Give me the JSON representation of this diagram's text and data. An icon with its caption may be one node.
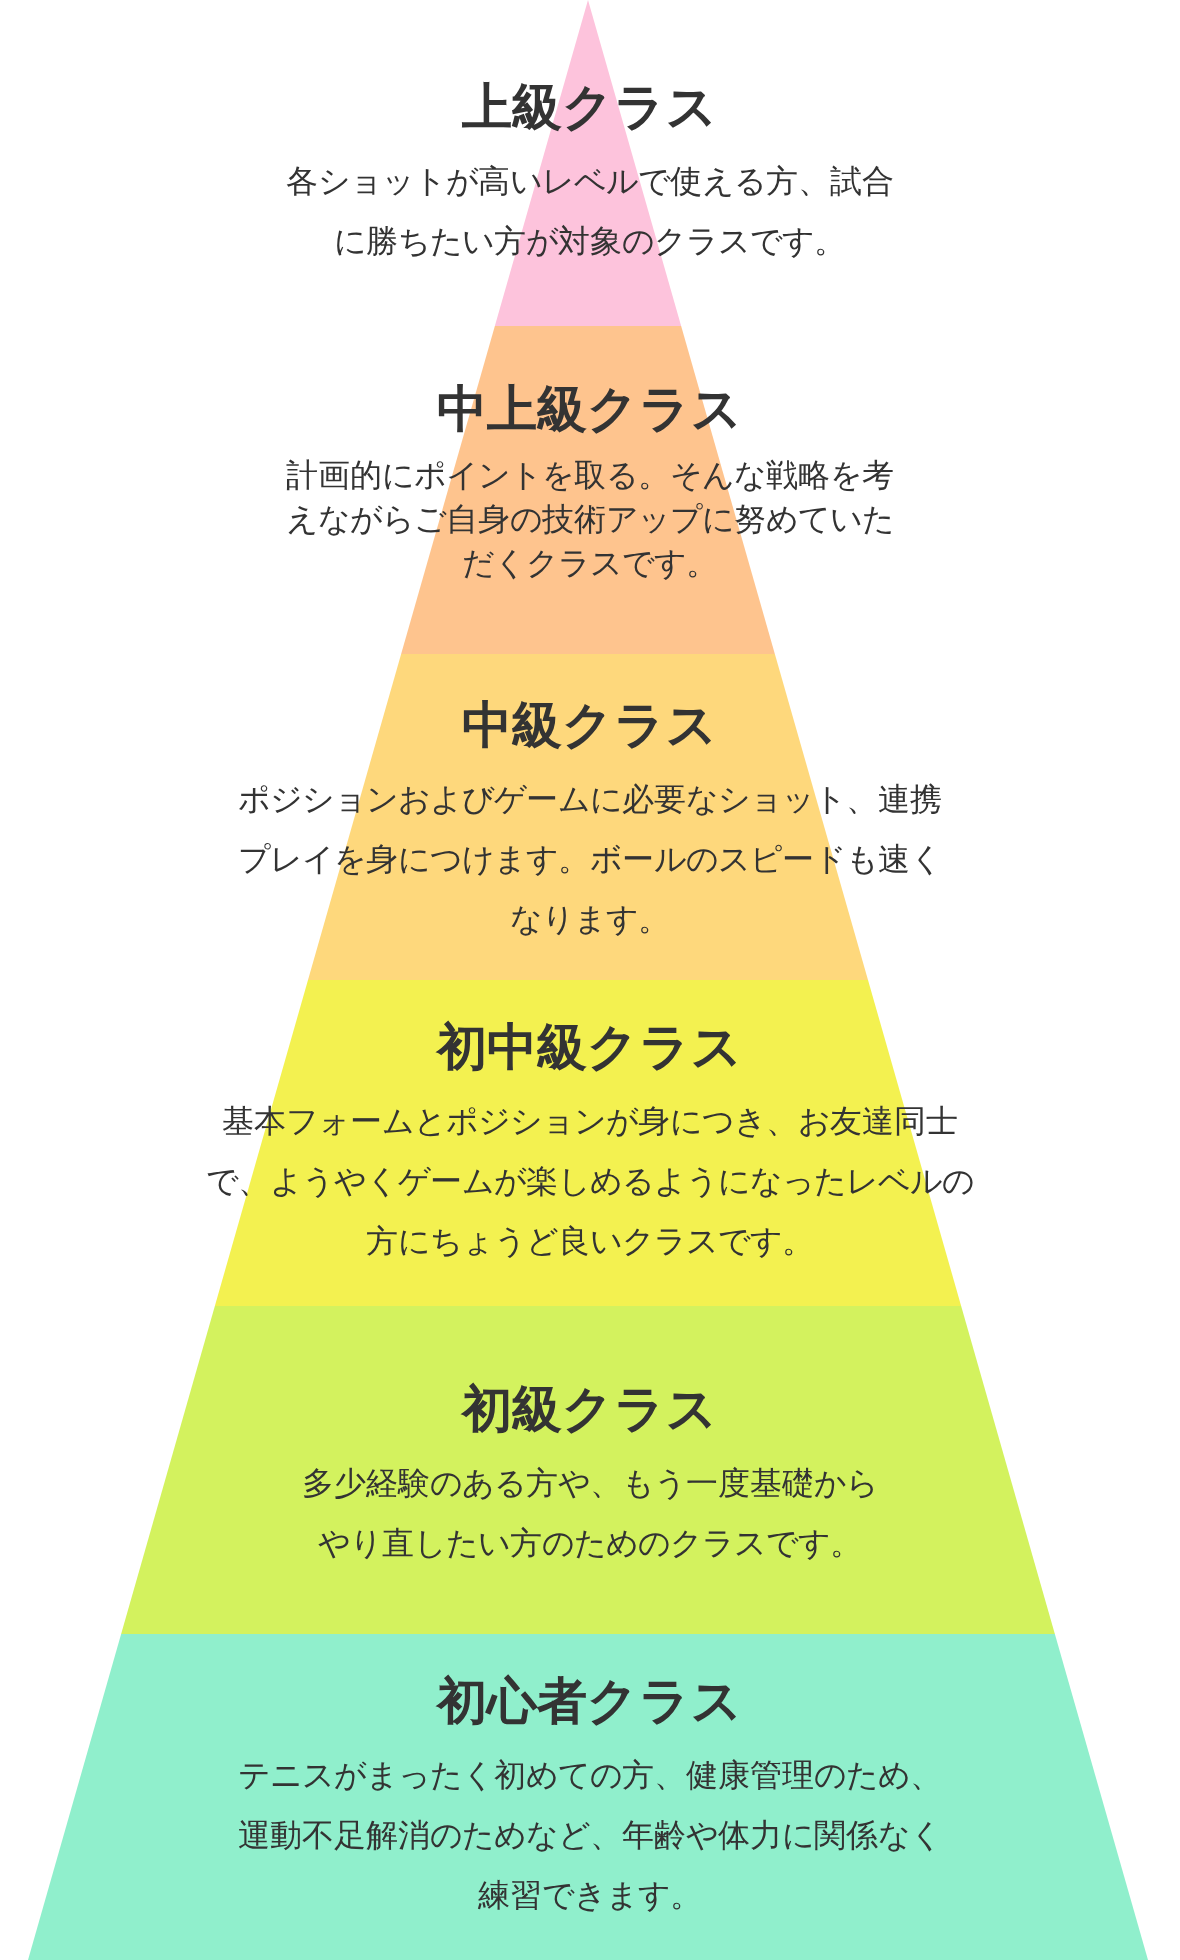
{
  "diagram": {
    "nodes": [
      {
        "text": [
          "上級クラス",
          "各ショットが高いレベルで使える方、試合に勝ちたい方が対象のクラスです。"
        ]
      },
      {
        "text": [
          "中上級クラス",
          "計画的にポイントを取る。そんな戦略を考えながらご自身の技術アップに努めていただくクラスです。"
        ]
      },
      {
        "text": [
          "中級クラス",
          "ポジションおよびゲームに必要なショット、連携プレイを身につけます。ボールのスピードも速くなります。"
        ]
      },
      {
        "text": [
          "初中級クラス",
          "基本フォームとポジションが身につき、お友達同士で、ようやくゲームが楽しめるようになったレベルの方にちょうど良いクラスです。"
        ]
      },
      {
        "text": [
          "初級クラス",
          "多少経験のある方や、もう一度基礎からやり直したい方のためのクラスです。"
        ]
      },
      {
        "text": [
          "初心者クラス",
          "テニスがまったく初めての方、健康管理のため、運動不足解消のためなど、年齢や体力に関係なく練習できます。"
        ]
      }
    ]
  }
}
